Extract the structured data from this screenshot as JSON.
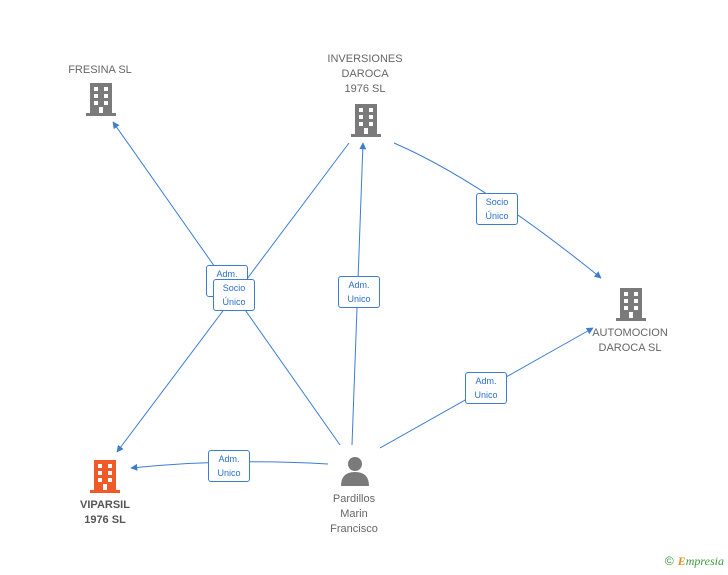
{
  "colors": {
    "edge": "#3d7dd0",
    "company": "#7a7a7a",
    "company_highlight": "#f05a28",
    "person": "#7a7a7a"
  },
  "nodes": {
    "fresina": {
      "label": "FRESINA  SL",
      "icon": "building-icon"
    },
    "inversiones": {
      "label": "INVERSIONES\nDAROCA\n1976  SL",
      "icon": "building-icon"
    },
    "automocion": {
      "label": "AUTOMOCION\nDAROCA  SL",
      "icon": "building-icon"
    },
    "viparsil": {
      "label": "VIPARSIL\n1976  SL",
      "icon": "building-icon"
    },
    "pardillos": {
      "label": "Pardillos\nMarin\nFrancisco",
      "icon": "person-icon"
    }
  },
  "edges": {
    "adm_fresina": "Adm.\nUnico",
    "socio_viparsil": "Socio\nÚnico",
    "adm_inversiones": "Adm.\nUnico",
    "socio_automocion": "Socio\nÚnico",
    "adm_automocion": "Adm.\nUnico",
    "adm_viparsil": "Adm.\nUnico"
  },
  "brand": {
    "symbol": "©",
    "e": "E",
    "rest": "mpresia"
  }
}
